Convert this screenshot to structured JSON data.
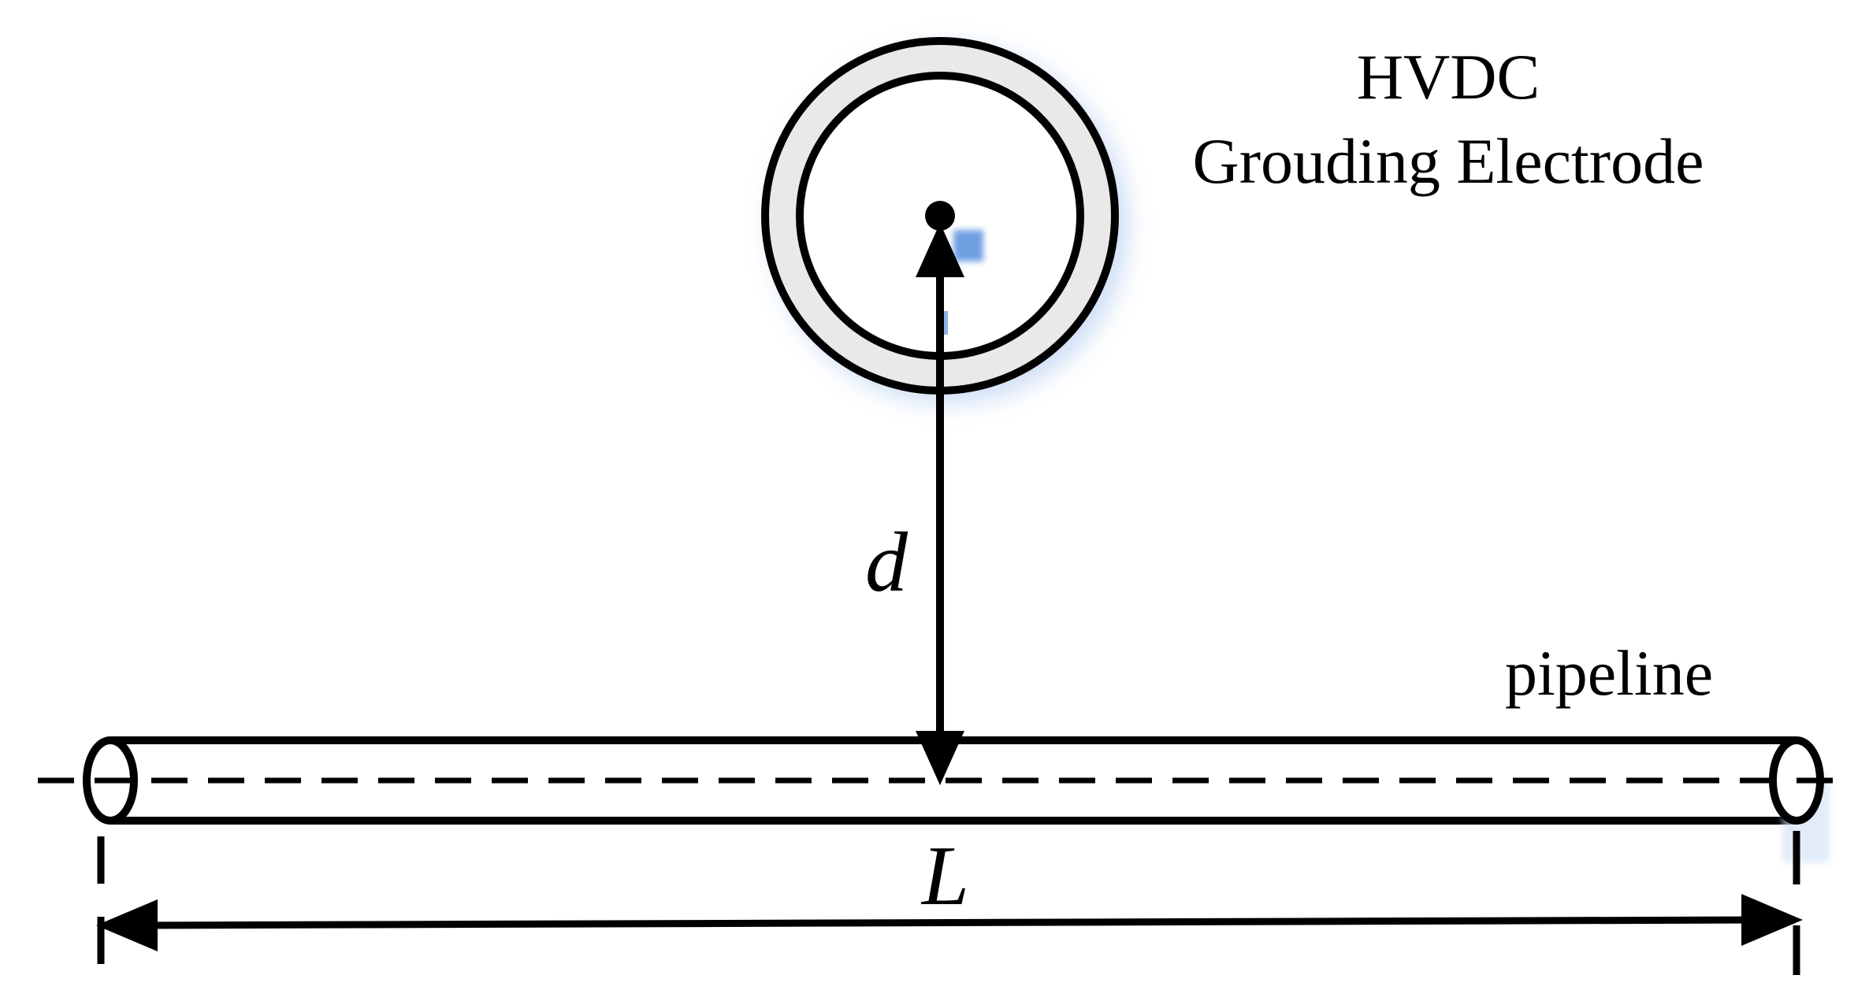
{
  "labels": {
    "electrode_title_line1": "HVDC",
    "electrode_title_line2": "Grouding Electrode",
    "pipeline": "pipeline",
    "distance_symbol": "d",
    "length_symbol": "L"
  },
  "colors": {
    "stroke": "#000000",
    "ring_fill": "#e9e9e9",
    "glow": "#a9c6ee",
    "glow_accent": "#3f7fd8"
  }
}
